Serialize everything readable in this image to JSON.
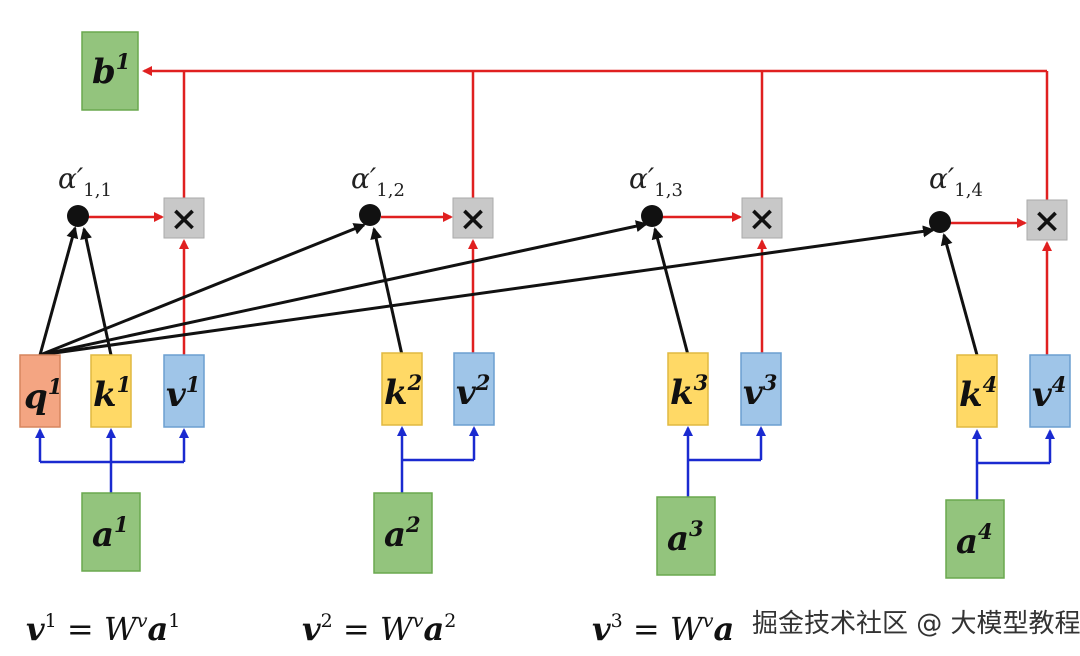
{
  "colors": {
    "green_fill": "#93c47d",
    "green_stroke": "#6aa84f",
    "orange_fill": "#f4a582",
    "orange_stroke": "#d6855e",
    "yellow_fill": "#ffd966",
    "yellow_stroke": "#e0b940",
    "blue_fill": "#9fc5e8",
    "blue_stroke": "#6b9fd0",
    "gray_fill": "#c8c8c8",
    "red_arrow": "#e02020",
    "blue_arrow": "#1a2ad0",
    "black_arrow": "#111111"
  },
  "output": {
    "base": "b",
    "sup": "1"
  },
  "query": {
    "base": "q",
    "sup": "1"
  },
  "columns": [
    {
      "input": {
        "base": "a",
        "sup": "1"
      },
      "key": {
        "base": "k",
        "sup": "1"
      },
      "value": {
        "base": "v",
        "sup": "1"
      },
      "alpha": {
        "base": "α′",
        "sub": "1,1"
      },
      "multiply_symbol": "×"
    },
    {
      "input": {
        "base": "a",
        "sup": "2"
      },
      "key": {
        "base": "k",
        "sup": "2"
      },
      "value": {
        "base": "v",
        "sup": "2"
      },
      "alpha": {
        "base": "α′",
        "sub": "1,2"
      },
      "multiply_symbol": "×"
    },
    {
      "input": {
        "base": "a",
        "sup": "3"
      },
      "key": {
        "base": "k",
        "sup": "3"
      },
      "value": {
        "base": "v",
        "sup": "3"
      },
      "alpha": {
        "base": "α′",
        "sub": "1,3"
      },
      "multiply_symbol": "×"
    },
    {
      "input": {
        "base": "a",
        "sup": "4"
      },
      "key": {
        "base": "k",
        "sup": "4"
      },
      "value": {
        "base": "v",
        "sup": "4"
      },
      "alpha": {
        "base": "α′",
        "sub": "1,4"
      },
      "multiply_symbol": "×"
    }
  ],
  "equations": [
    {
      "lhs": "v",
      "lhs_sup": "1",
      "eq": " = ",
      "w": "W",
      "w_sup": "v",
      "rhs": "a",
      "rhs_sup": "1"
    },
    {
      "lhs": "v",
      "lhs_sup": "2",
      "eq": " = ",
      "w": "W",
      "w_sup": "v",
      "rhs": "a",
      "rhs_sup": "2"
    },
    {
      "lhs": "v",
      "lhs_sup": "3",
      "eq": " = ",
      "w": "W",
      "w_sup": "v",
      "rhs": "a",
      "rhs_sup": ""
    }
  ],
  "watermark": "掘金技术社区 @ 大模型教程"
}
